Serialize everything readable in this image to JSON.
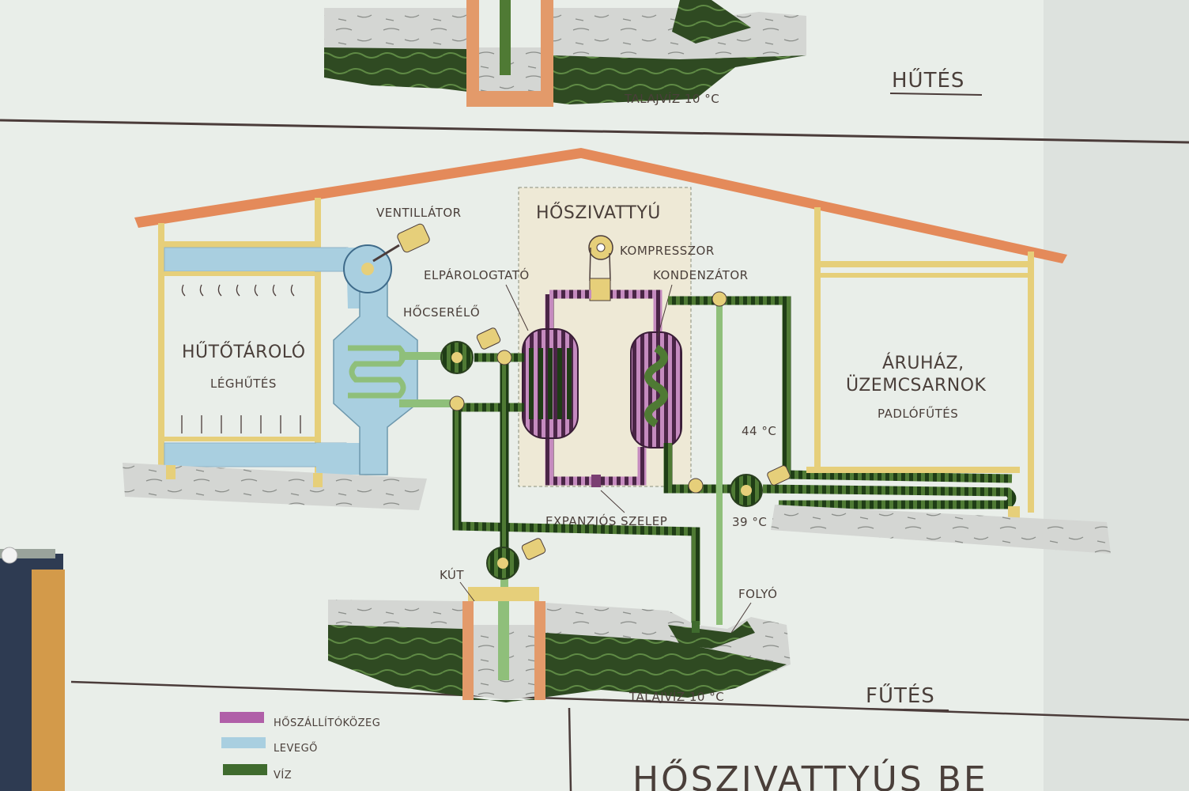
{
  "top_section": {
    "title": "HŰTÉS",
    "groundwater_label": "TALAJVÍZ 10 °C"
  },
  "heat_pump": {
    "box_label": "HŐSZIVATTYÚ",
    "compressor": "KOMPRESSZOR",
    "evaporator": "ELPÁROLOGTATÓ",
    "condenser": "KONDENZÁTOR",
    "expansion_valve": "EXPANZIÓS SZELEP"
  },
  "left_building": {
    "fan": "VENTILLÁTOR",
    "heat_exchanger": "HŐCSERÉLŐ",
    "name": "HŰTŐTÁROLÓ",
    "subtitle": "LÉGHŰTÉS"
  },
  "right_building": {
    "name_line1": "ÁRUHÁZ,",
    "name_line2": "ÜZEMCSARNOK",
    "subtitle": "PADLÓFŰTÉS",
    "temp_hot": "44 °C",
    "temp_cold": "39 °C"
  },
  "ground": {
    "well": "KÚT",
    "river": "FOLYÓ",
    "groundwater": "TALAJVÍZ 10 °C"
  },
  "bottom_section": {
    "title": "FŰTÉS"
  },
  "legend": {
    "items": [
      {
        "label": "HŐSZÁLLÍTÓKÖZEG",
        "color": "#b05fa8"
      },
      {
        "label": "LEVEGŐ",
        "color": "#a9cfe0"
      },
      {
        "label": "VÍZ",
        "color": "#3f6b2e"
      }
    ]
  },
  "poster_title": "HŐSZIVATTYÚS BE"
}
